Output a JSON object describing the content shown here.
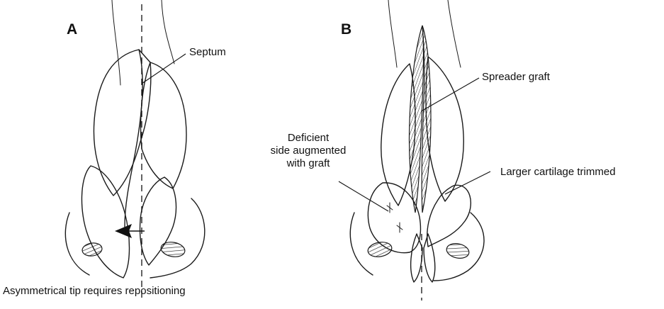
{
  "panels": [
    {
      "id": "A",
      "letter": "A",
      "labels": {
        "septum": "Septum",
        "caption": "Asymmetrical tip requires repositioning"
      }
    },
    {
      "id": "B",
      "letter": "B",
      "labels": {
        "spreader_graft": "Spreader graft",
        "deficient_side_line1": "Deficient",
        "deficient_side_line2": "side augmented",
        "deficient_side_line3": "with graft",
        "larger_cartilage": "Larger cartilage trimmed"
      }
    }
  ]
}
